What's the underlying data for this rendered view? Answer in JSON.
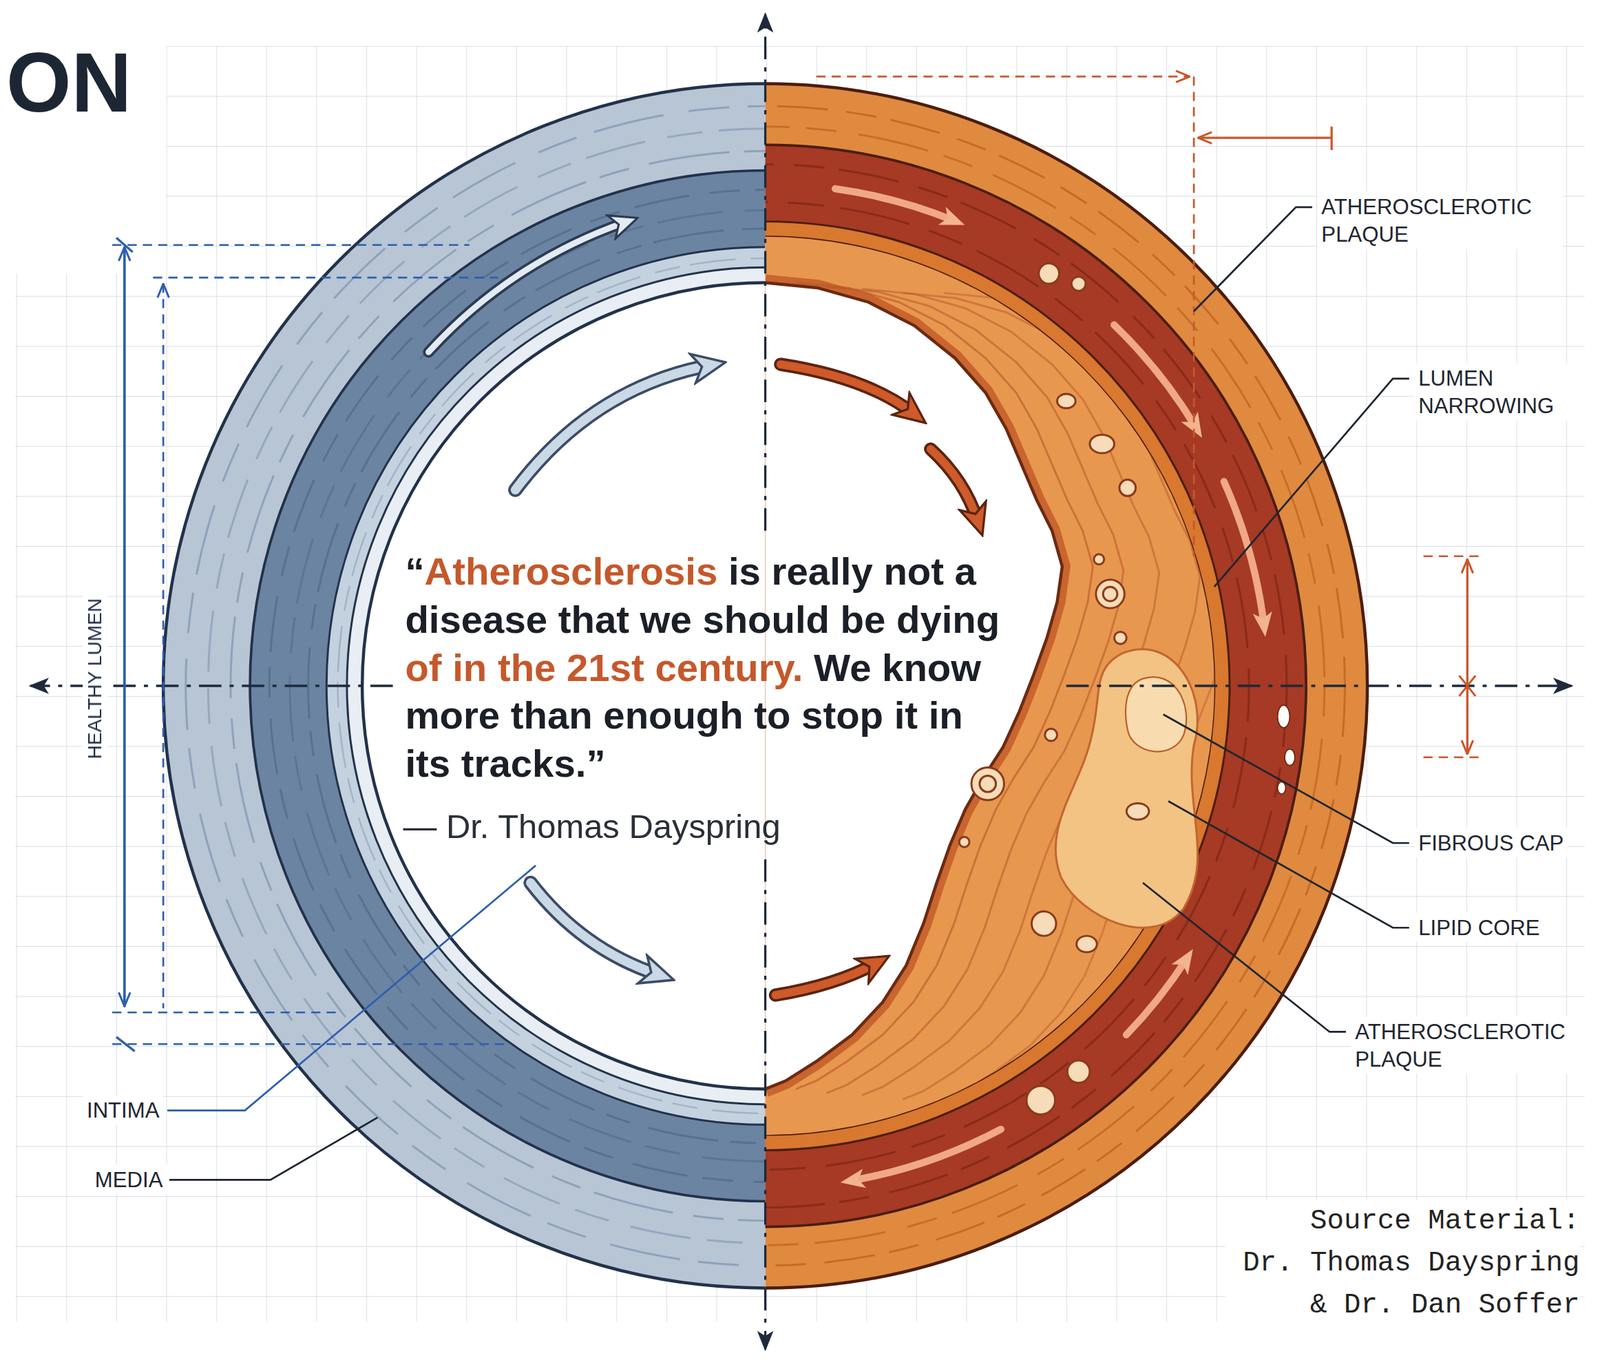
{
  "diagram": {
    "title": "ON",
    "labels": [
      "“",
      "Atherosclerosis",
      "is really not a disease that we should be dying",
      "of in the 21st century.",
      "We know more than enough to stop it in its tracks.”",
      "— Dr. Thomas Dayspring",
      "HEALTHY LUMEN",
      "INTIMA",
      "MEDIA",
      "ATHEROSCLEROTIC PLAQUE",
      "LUMEN NARROWING",
      "FIBROUS CAP",
      "LIPID CORE",
      "ATHEROSCLEROTIC PLAQUE",
      "Source Material:",
      "Dr. Thomas Dayspring & Dr. Dan Soffer"
    ]
  }
}
